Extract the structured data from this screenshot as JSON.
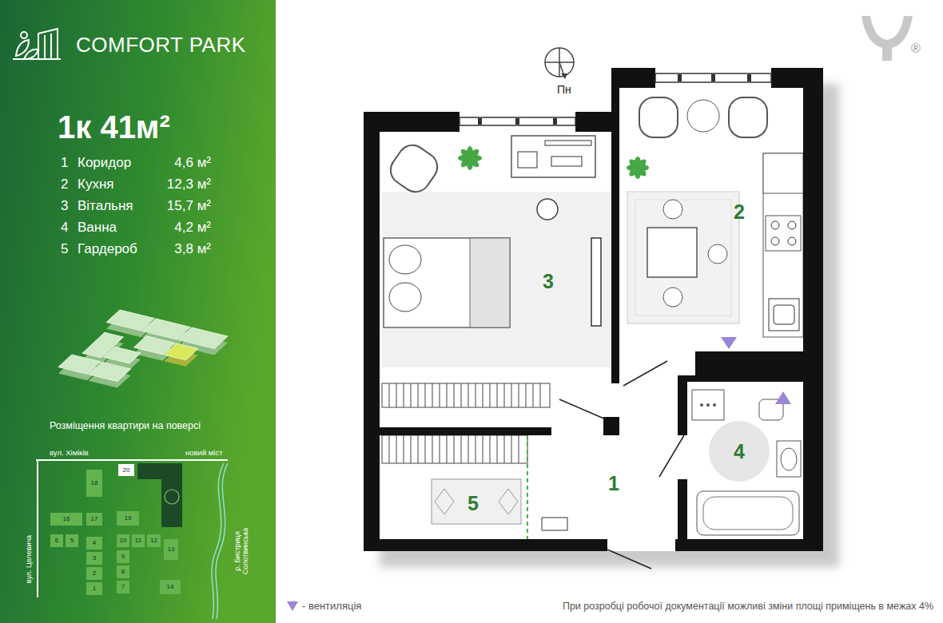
{
  "diagram": {
    "title": "COMFORT PARK",
    "caption": "При розробці робочої документації можливі зміни площі приміщень в межах 4%",
    "nodes": [
      {
        "text": [
          "20"
        ]
      },
      {
        "text": [
          "18"
        ]
      },
      {
        "text": [
          "16"
        ]
      },
      {
        "text": [
          "17"
        ]
      },
      {
        "text": [
          "19"
        ]
      },
      {
        "text": [
          "6"
        ]
      },
      {
        "text": [
          "5"
        ]
      },
      {
        "text": [
          "4"
        ]
      },
      {
        "text": [
          "3"
        ]
      },
      {
        "text": [
          "2"
        ]
      },
      {
        "text": [
          "1"
        ]
      },
      {
        "text": [
          "10"
        ]
      },
      {
        "text": [
          "11"
        ]
      },
      {
        "text": [
          "12"
        ]
      },
      {
        "text": [
          "13"
        ]
      },
      {
        "text": [
          "9"
        ]
      },
      {
        "text": [
          "8"
        ]
      },
      {
        "text": [
          "7"
        ]
      },
      {
        "text": [
          "14"
        ]
      },
      {
        "text": [
          "3"
        ]
      },
      {
        "text": [
          "2"
        ]
      },
      {
        "text": [
          "4"
        ]
      },
      {
        "text": [
          "5"
        ]
      },
      {
        "text": [
          "1"
        ]
      }
    ],
    "labels": [
      "1к 41м²",
      "1",
      "Коридор",
      "4,6 м²",
      "2",
      "Кухня",
      "12,3 м²",
      "3",
      "Вітальня",
      "15,7 м²",
      "4",
      "Ванна",
      "4,2 м²",
      "5",
      "Гардероб",
      "3,8 м²",
      "Розміщення квартири на поверсі",
      "вул. Хіміків",
      "новий міст",
      "вул. Целевича",
      "р. Бистриця Солотвинська",
      "Пн",
      "®"
    ],
    "legend": [
      {
        "text": "- вентиляція"
      }
    ]
  }
}
